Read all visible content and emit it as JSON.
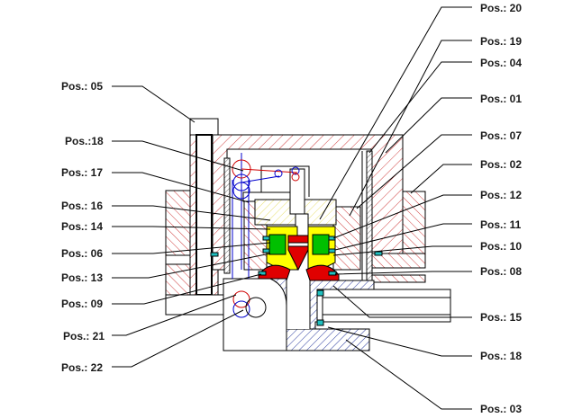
{
  "drawing": {
    "title": "Sectional assembly drawing with position callouts",
    "colors": {
      "hatch_red": "#d04040",
      "hatch_blue": "#3040a0",
      "yellow": "#ffff00",
      "green": "#00c000",
      "red_fill": "#e00000",
      "cyan": "#20c0c0",
      "blue_line": "#0000cc",
      "outline": "#000000"
    }
  },
  "callouts": {
    "left": [
      {
        "id": "05",
        "label": "Pos.: 05"
      },
      {
        "id": "18a",
        "label": "Pos.:18"
      },
      {
        "id": "17",
        "label": "Pos.: 17"
      },
      {
        "id": "16",
        "label": "Pos.: 16"
      },
      {
        "id": "14",
        "label": "Pos.: 14"
      },
      {
        "id": "06",
        "label": "Pos.: 06"
      },
      {
        "id": "13",
        "label": "Pos.: 13"
      },
      {
        "id": "09",
        "label": "Pos.: 09"
      },
      {
        "id": "21",
        "label": "Pos.: 21"
      },
      {
        "id": "22",
        "label": "Pos.: 22"
      }
    ],
    "right": [
      {
        "id": "20",
        "label": "Pos.: 20"
      },
      {
        "id": "19",
        "label": "Pos.: 19"
      },
      {
        "id": "04",
        "label": "Pos.: 04"
      },
      {
        "id": "01",
        "label": "Pos.: 01"
      },
      {
        "id": "07",
        "label": "Pos.: 07"
      },
      {
        "id": "02",
        "label": "Pos.: 02"
      },
      {
        "id": "12",
        "label": "Pos.: 12"
      },
      {
        "id": "11",
        "label": "Pos.: 11"
      },
      {
        "id": "10",
        "label": "Pos.: 10"
      },
      {
        "id": "08",
        "label": "Pos.: 08"
      },
      {
        "id": "15",
        "label": "Pos.: 15"
      },
      {
        "id": "18b",
        "label": "Pos.: 18"
      },
      {
        "id": "03",
        "label": "Pos.: 03"
      }
    ]
  }
}
